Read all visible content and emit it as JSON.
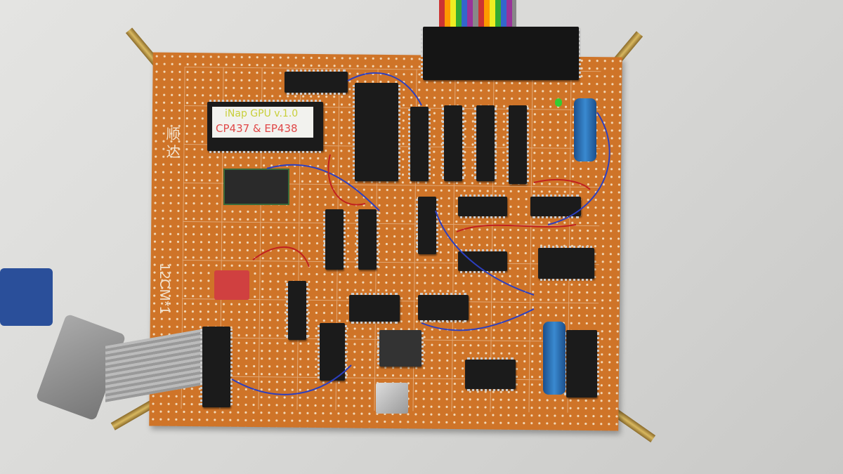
{
  "eprom_label": {
    "line1": "iNap GPU v.1.0",
    "line2": "CP437 & EP438"
  },
  "silkscreen": {
    "chinese": "顺 达",
    "size": "12CM*1"
  },
  "colors": {
    "board": "#cf7428",
    "background": "#dcdcda",
    "chip": "#1b1b1b",
    "capacitor": "#2a6fb0"
  }
}
